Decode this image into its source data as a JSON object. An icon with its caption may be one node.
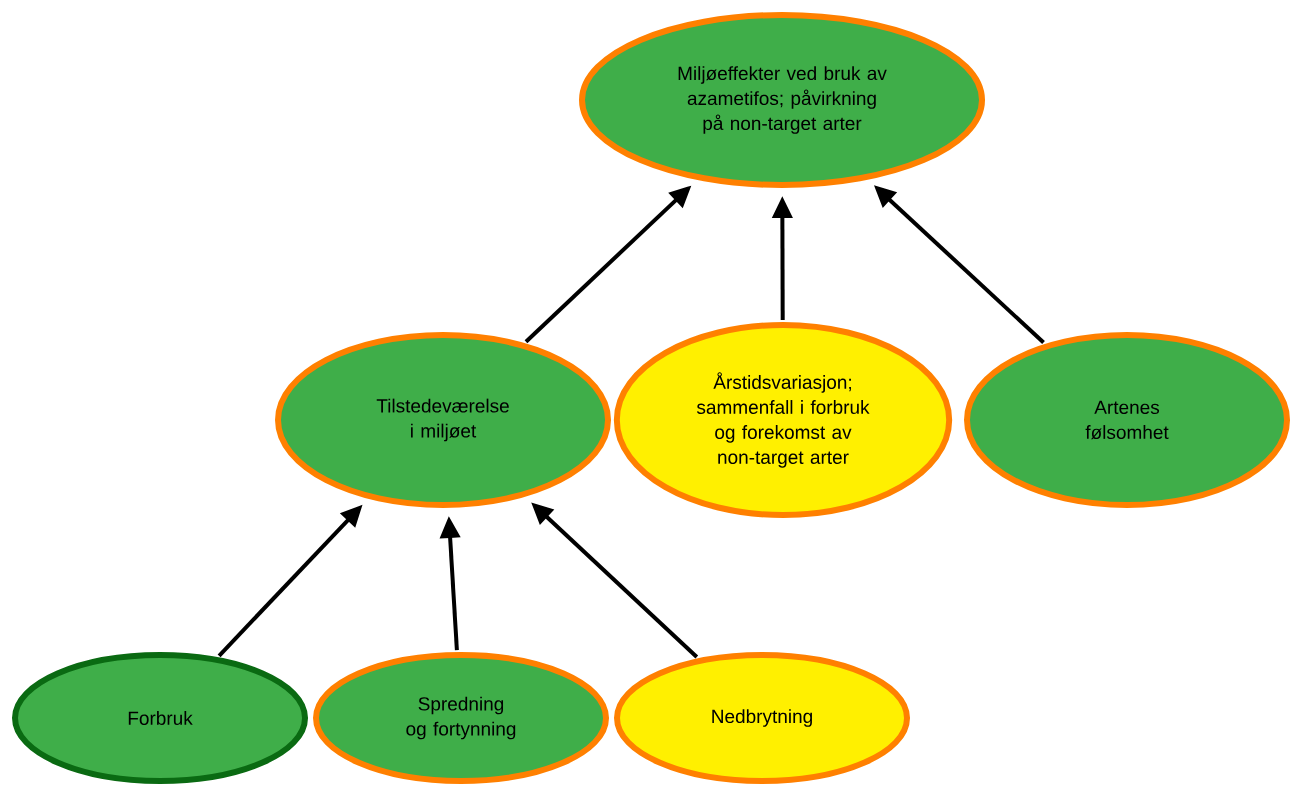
{
  "diagram": {
    "nodes": [
      {
        "text": [
          "Miljøeffekter ved bruk av azametifos; påvirkning på non-target arter"
        ]
      },
      {
        "text": [
          "Tilstedeværelse i miljøet"
        ]
      },
      {
        "text": [
          "Årstidsvariasjon; sammenfall i forbruk og forekomst av non-target arter"
        ]
      },
      {
        "text": [
          "Artenes følsomhet"
        ]
      },
      {
        "text": [
          "Forbruk"
        ]
      },
      {
        "text": [
          "Spredning og fortynning"
        ]
      },
      {
        "text": [
          "Nedbrytning"
        ]
      }
    ],
    "edges": [
      {
        "from": 1,
        "to": 0,
        "arrow": "to"
      },
      {
        "from": 2,
        "to": 0,
        "arrow": "to"
      },
      {
        "from": 3,
        "to": 0,
        "arrow": "to"
      },
      {
        "from": 4,
        "to": 1,
        "arrow": "to"
      },
      {
        "from": 5,
        "to": 1,
        "arrow": "to"
      },
      {
        "from": 6,
        "to": 1,
        "arrow": "to"
      }
    ]
  }
}
